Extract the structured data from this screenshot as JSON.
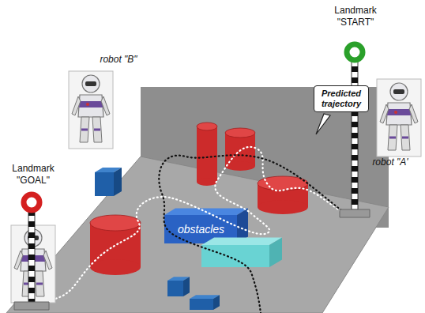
{
  "diagram": {
    "nodes": [
      {
        "text": [
          "Predicted trajectory"
        ]
      },
      {
        "text": [
          "obstacles"
        ]
      }
    ],
    "labels": [
      "Landmark \"START\"",
      "robot \"B\"",
      "robot \"A'",
      "Landmark \"GOAL\""
    ]
  }
}
